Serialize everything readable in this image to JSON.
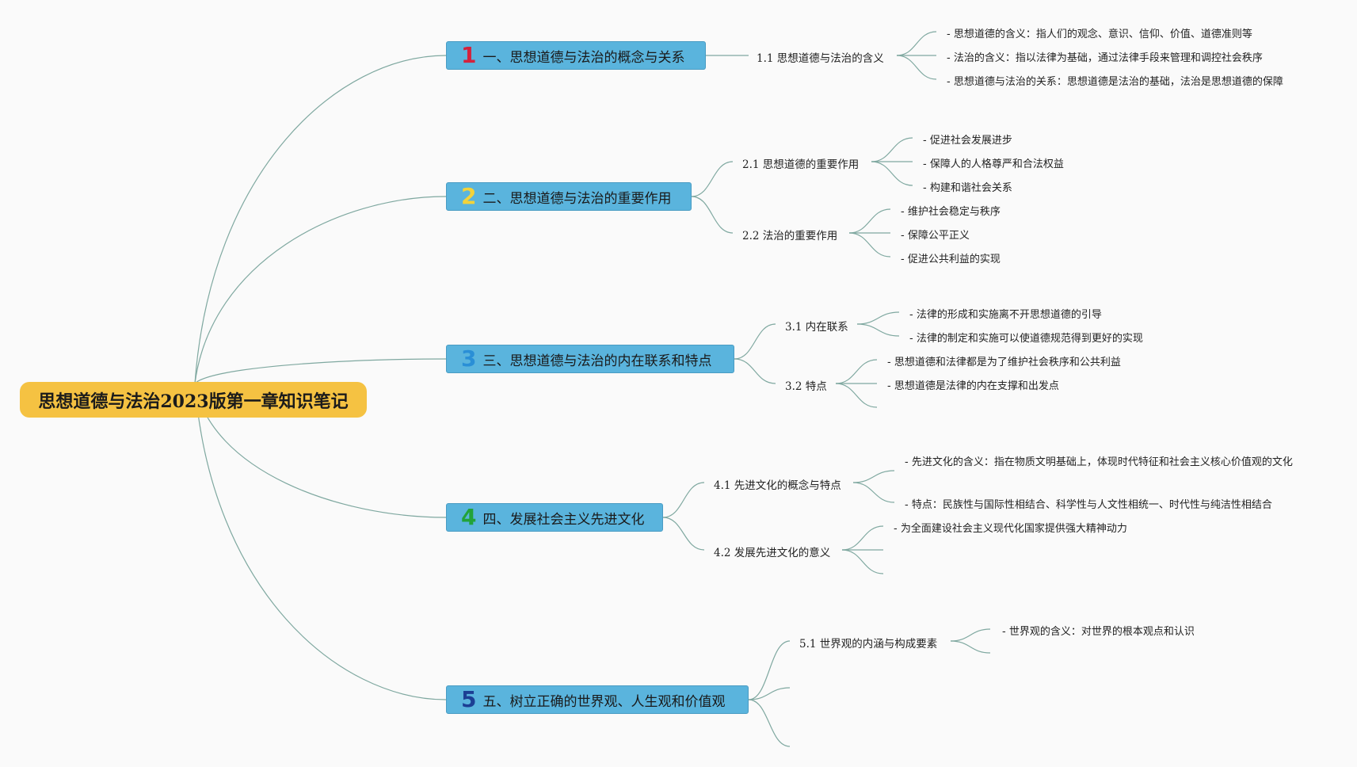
{
  "root": {
    "label": "思想道德与法治2023版第一章知识笔记"
  },
  "branches": [
    {
      "num": "1",
      "num_color": "#d4213c",
      "label": "一、思想道德与法治的概念与关系",
      "subs": [
        {
          "label": "1.1 思想道德与法治的含义",
          "leaves": [
            "- 思想道德的含义：指人们的观念、意识、信仰、价值、道德准则等",
            "- 法治的含义：指以法律为基础，通过法律手段来管理和调控社会秩序",
            "- 思想道德与法治的关系：思想道德是法治的基础，法治是思想道德的保障"
          ]
        }
      ]
    },
    {
      "num": "2",
      "num_color": "#f3d33a",
      "label": "二、思想道德与法治的重要作用",
      "subs": [
        {
          "label": "2.1 思想道德的重要作用",
          "leaves": [
            "- 促进社会发展进步",
            "- 保障人的人格尊严和合法权益",
            "- 构建和谐社会关系"
          ]
        },
        {
          "label": "2.2 法治的重要作用",
          "leaves": [
            "- 维护社会稳定与秩序",
            "- 保障公平正义",
            "- 促进公共利益的实现"
          ]
        }
      ]
    },
    {
      "num": "3",
      "num_color": "#2a8fd6",
      "label": "三、思想道德与法治的内在联系和特点",
      "subs": [
        {
          "label": "3.1 内在联系",
          "leaves": [
            "- 法律的形成和实施离不开思想道德的引导",
            "- 法律的制定和实施可以使道德规范得到更好的实现"
          ]
        },
        {
          "label": "3.2 特点",
          "leaves": [
            "- 思想道德和法律都是为了维护社会秩序和公共利益",
            "- 思想道德是法律的内在支撑和出发点"
          ]
        }
      ]
    },
    {
      "num": "4",
      "num_color": "#22a33a",
      "label": "四、发展社会主义先进文化",
      "subs": [
        {
          "label": "4.1 先进文化的概念与特点",
          "leaves": [
            "- 先进文化的含义：指在物质文明基础上，体现时代特征和社会主义核心价值观的文化",
            "- 特点：民族性与国际性相结合、科学性与人文性相统一、时代性与纯洁性相结合"
          ]
        },
        {
          "label": "4.2 发展先进文化的意义",
          "leaves": [
            "- 为全面建设社会主义现代化国家提供强大精神动力"
          ]
        }
      ]
    },
    {
      "num": "5",
      "num_color": "#1c3f94",
      "label": "五、树立正确的世界观、人生观和价值观",
      "subs": [
        {
          "label": "5.1 世界观的内涵与构成要素",
          "leaves": [
            "- 世界观的含义：对世界的根本观点和认识"
          ]
        }
      ]
    }
  ],
  "colors": {
    "root_bg": "#f5c242",
    "branch_bg": "#5ab4dd",
    "line": "#7fa8a0"
  }
}
